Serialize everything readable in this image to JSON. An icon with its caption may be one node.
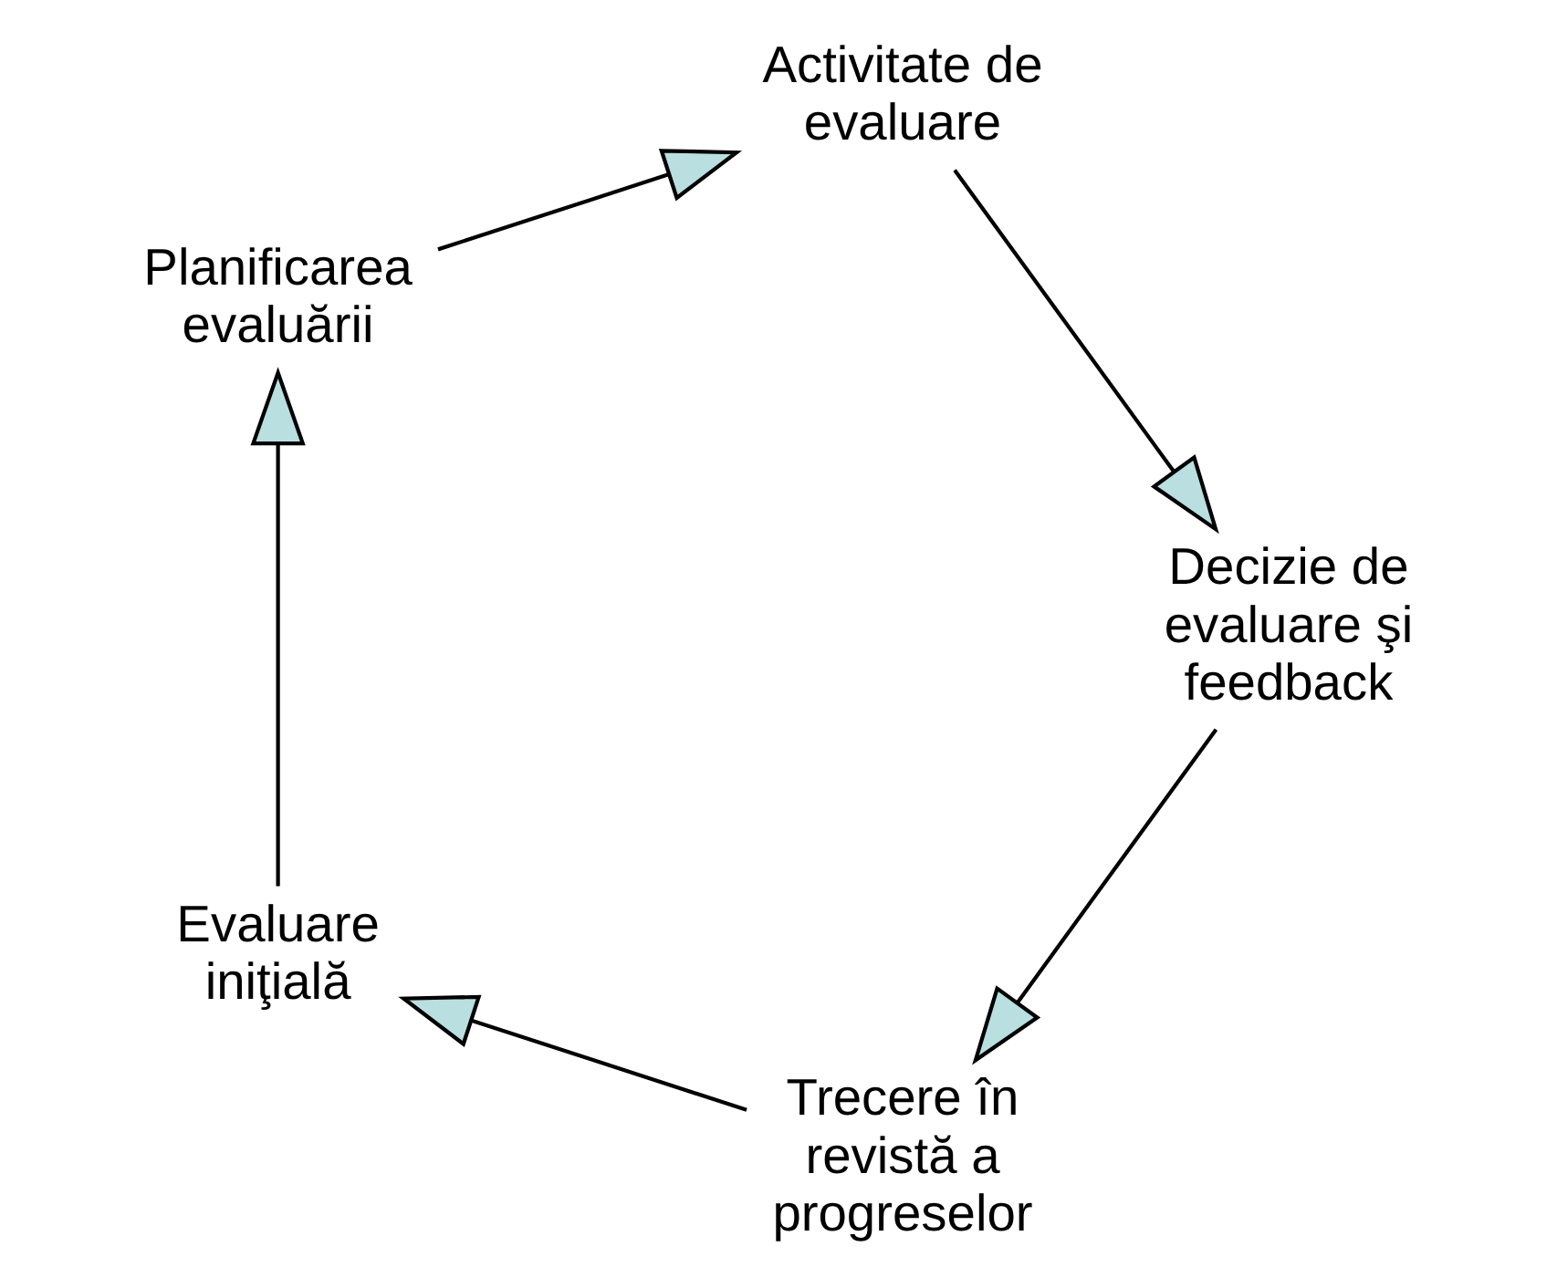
{
  "diagram": {
    "nodes": [
      {
        "text": [
          "Trecere în revistă a progreselor"
        ]
      },
      {
        "text": [
          "Evaluare iniţială"
        ]
      },
      {
        "text": [
          "Planificarea evaluării"
        ]
      },
      {
        "text": [
          "Activitate de evaluare"
        ]
      },
      {
        "text": [
          "Decizie de evaluare şi feedback"
        ]
      }
    ],
    "edges": [
      {
        "from": 0,
        "to": 1,
        "arrow": "to"
      },
      {
        "from": 1,
        "to": 2,
        "arrow": "to"
      },
      {
        "from": 2,
        "to": 3,
        "arrow": "to"
      },
      {
        "from": 3,
        "to": 4,
        "arrow": "to"
      },
      {
        "from": 4,
        "to": 0,
        "arrow": "to"
      }
    ]
  }
}
